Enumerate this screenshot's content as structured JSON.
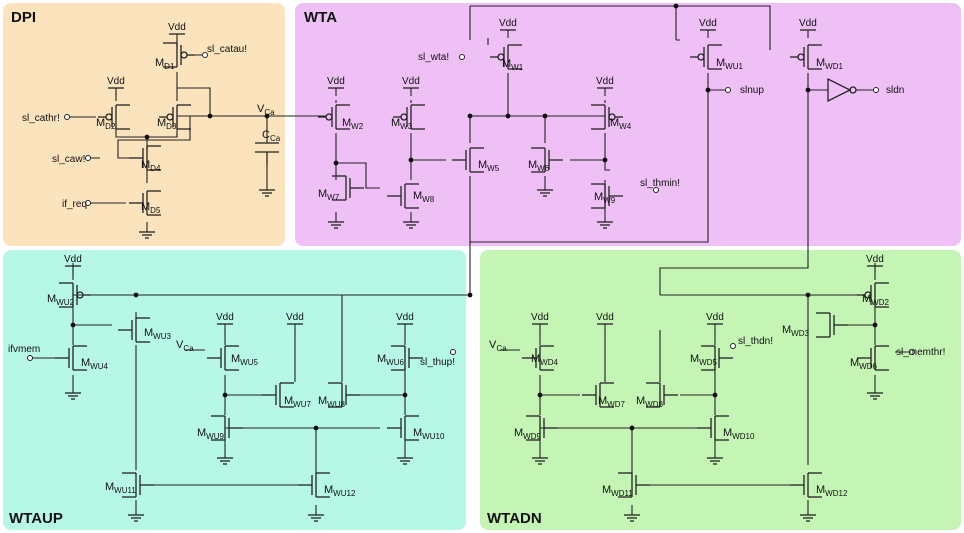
{
  "blocks": {
    "dpi": {
      "label": "DPI",
      "color": "#fbe3bd"
    },
    "wta": {
      "label": "WTA",
      "color": "#eec0f6"
    },
    "wtaup": {
      "label": "WTAUP",
      "color": "#b6f7e6"
    },
    "wtadn": {
      "label": "WTADN",
      "color": "#c4f5b4"
    }
  },
  "supply": "Vdd",
  "capacitor": {
    "node_main": "V",
    "node_sub": "Ca",
    "cap_main": "C",
    "cap_sub": "Ca"
  },
  "transistors": [
    {
      "id": "MD1",
      "main": "M",
      "sub": "D1"
    },
    {
      "id": "MD2",
      "main": "M",
      "sub": "D2"
    },
    {
      "id": "MD3",
      "main": "M",
      "sub": "D3"
    },
    {
      "id": "MD4",
      "main": "M",
      "sub": "D4"
    },
    {
      "id": "MD5",
      "main": "M",
      "sub": "D5"
    },
    {
      "id": "MW1",
      "main": "M",
      "sub": "W1"
    },
    {
      "id": "MW2",
      "main": "M",
      "sub": "W2"
    },
    {
      "id": "MW3",
      "main": "M",
      "sub": "W3"
    },
    {
      "id": "MW4",
      "main": "M",
      "sub": "W4"
    },
    {
      "id": "MW5",
      "main": "M",
      "sub": "W5"
    },
    {
      "id": "MW6",
      "main": "M",
      "sub": "W6"
    },
    {
      "id": "MW7",
      "main": "M",
      "sub": "W7"
    },
    {
      "id": "MW8",
      "main": "M",
      "sub": "W8"
    },
    {
      "id": "MW9",
      "main": "M",
      "sub": "W9"
    },
    {
      "id": "MWU1",
      "main": "M",
      "sub": "WU1"
    },
    {
      "id": "MWD1",
      "main": "M",
      "sub": "WD1"
    },
    {
      "id": "MWU2",
      "main": "M",
      "sub": "WU2"
    },
    {
      "id": "MWU3",
      "main": "M",
      "sub": "WU3"
    },
    {
      "id": "MWU4",
      "main": "M",
      "sub": "WU4"
    },
    {
      "id": "MWU5",
      "main": "M",
      "sub": "WU5"
    },
    {
      "id": "MWU6",
      "main": "M",
      "sub": "WU6"
    },
    {
      "id": "MWU7",
      "main": "M",
      "sub": "WU7"
    },
    {
      "id": "MWU8",
      "main": "M",
      "sub": "WU8"
    },
    {
      "id": "MWU9",
      "main": "M",
      "sub": "WU9"
    },
    {
      "id": "MWU10",
      "main": "M",
      "sub": "WU10"
    },
    {
      "id": "MWU11",
      "main": "M",
      "sub": "WU11"
    },
    {
      "id": "MWU12",
      "main": "M",
      "sub": "WU12"
    },
    {
      "id": "MWD2",
      "main": "M",
      "sub": "WD2"
    },
    {
      "id": "MWD3",
      "main": "M",
      "sub": "WD3"
    },
    {
      "id": "MWD4",
      "main": "M",
      "sub": "WD4"
    },
    {
      "id": "MWD5",
      "main": "M",
      "sub": "WD5"
    },
    {
      "id": "MWD6",
      "main": "M",
      "sub": "WD6"
    },
    {
      "id": "MWD7",
      "main": "M",
      "sub": "WD7"
    },
    {
      "id": "MWD8",
      "main": "M",
      "sub": "WD8"
    },
    {
      "id": "MWD9",
      "main": "M",
      "sub": "WD9"
    },
    {
      "id": "MWD10",
      "main": "M",
      "sub": "WD10"
    },
    {
      "id": "MWD11",
      "main": "M",
      "sub": "WD11"
    },
    {
      "id": "MWD12",
      "main": "M",
      "sub": "WD12"
    }
  ],
  "signals": [
    {
      "id": "sl_catau",
      "text": "sl_catau!"
    },
    {
      "id": "sl_cathr",
      "text": "sl_cathr!"
    },
    {
      "id": "sl_caw",
      "text": "sl_caw!"
    },
    {
      "id": "if_req",
      "text": "if_req"
    },
    {
      "id": "sl_wta",
      "text": "sl_wta!"
    },
    {
      "id": "slnup",
      "text": "slnup"
    },
    {
      "id": "sldn",
      "text": "sldn"
    },
    {
      "id": "sl_thmin",
      "text": "sl_thmin!"
    },
    {
      "id": "ifvmem",
      "text": "ifvmem"
    },
    {
      "id": "sl_thup",
      "text": "sl_thup!"
    },
    {
      "id": "sl_thdn",
      "text": "sl_thdn!"
    },
    {
      "id": "sl_memthr",
      "text": "sl_memthr!"
    }
  ],
  "vca_inputs": [
    {
      "id": "vca_wtaup",
      "main": "V",
      "sub": "Ca"
    },
    {
      "id": "vca_wtadn",
      "main": "V",
      "sub": "Ca"
    }
  ]
}
